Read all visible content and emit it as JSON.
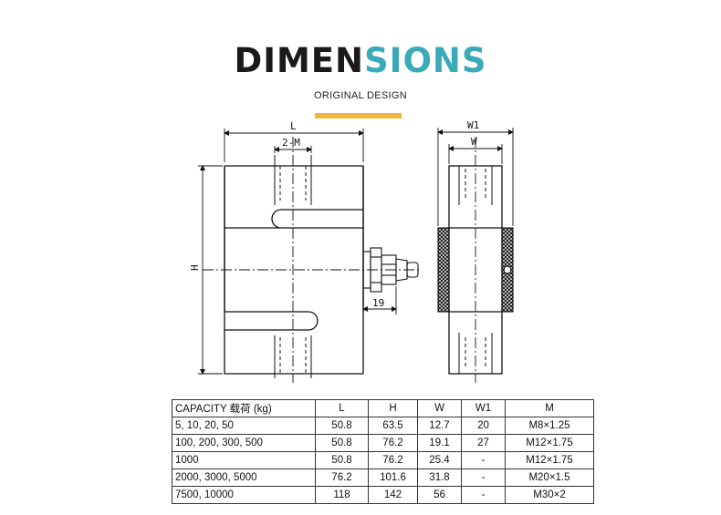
{
  "header": {
    "title_dark": "DIMEN",
    "title_accent": "SIONS",
    "subtitle": "ORIGINAL DESIGN",
    "accent_color": "#3aa9b8",
    "bar_color": "#f0b43a"
  },
  "drawing": {
    "label_L": "L",
    "label_2M": "2-M",
    "label_H": "H",
    "label_19": "19",
    "label_W1": "W1",
    "label_W": "W"
  },
  "table": {
    "headers": [
      "CAPACITY 载荷  (kg)",
      "L",
      "H",
      "W",
      "W1",
      "M"
    ],
    "rows": [
      [
        "5, 10, 20, 50",
        "50.8",
        "63.5",
        "12.7",
        "20",
        "M8×1.25"
      ],
      [
        "100, 200, 300, 500",
        "50.8",
        "76.2",
        "19.1",
        "27",
        "M12×1.75"
      ],
      [
        "1000",
        "50.8",
        "76.2",
        "25.4",
        "-",
        "M12×1.75"
      ],
      [
        "2000, 3000, 5000",
        "76.2",
        "101.6",
        "31.8",
        "-",
        "M20×1.5"
      ],
      [
        "7500, 10000",
        "118",
        "142",
        "56",
        "-",
        "M30×2"
      ]
    ]
  }
}
